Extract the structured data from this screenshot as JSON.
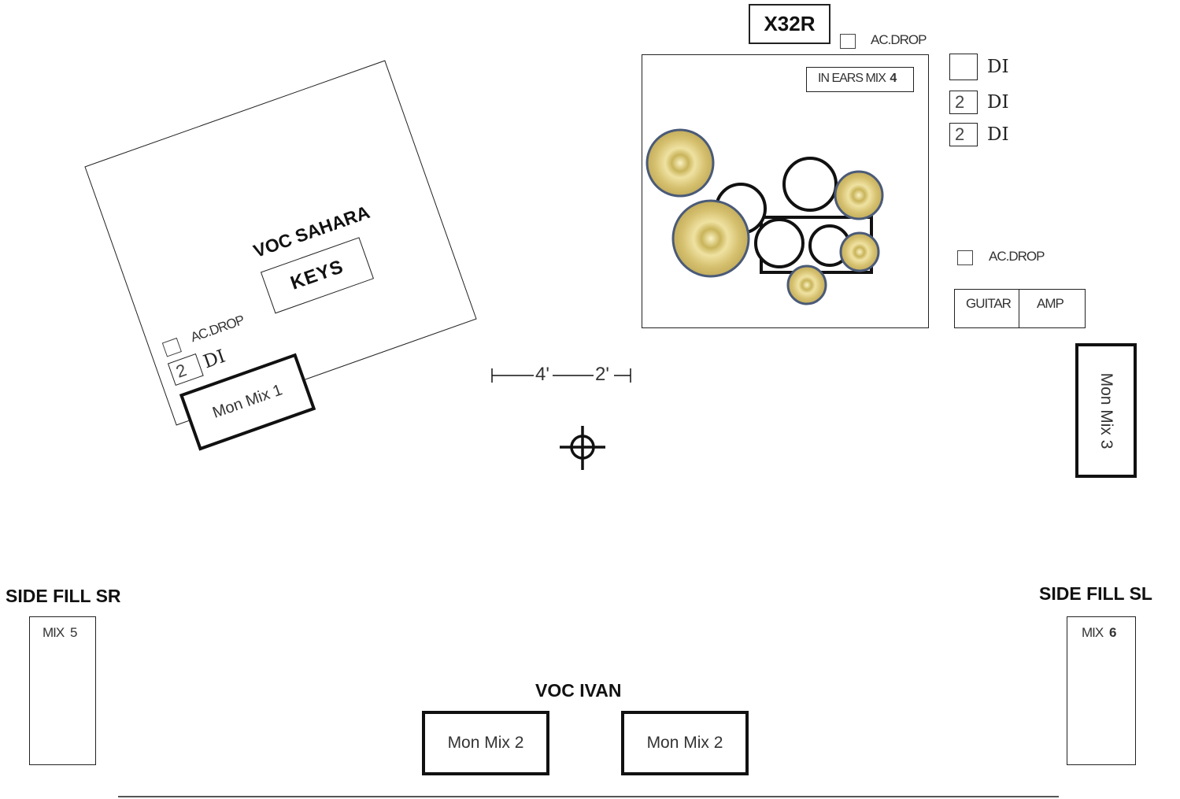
{
  "top": {
    "console_label": "X32R",
    "acdrop_label": "AC.DROP"
  },
  "drum_riser": {
    "inears_label": "IN EARS MIX",
    "inears_num": "4"
  },
  "di_stack": [
    {
      "num": "",
      "label": "DI"
    },
    {
      "num": "2",
      "label": "DI"
    },
    {
      "num": "2",
      "label": "DI"
    }
  ],
  "guitar_area": {
    "acdrop_label": "AC.DROP",
    "guitar_label": "GUITAR",
    "amp_label": "AMP"
  },
  "mon_mix3": {
    "label": "Mon Mix 3"
  },
  "keys_riser": {
    "voc_label": "VOC SAHARA",
    "keys_label": "KEYS",
    "acdrop_label": "AC.DROP",
    "di_num": "2",
    "di_label": "DI",
    "mon_label": "Mon Mix 1"
  },
  "scale": {
    "seg1": "4'",
    "seg2": "2'"
  },
  "side_fill_sr": {
    "title": "SIDE FILL SR",
    "mix_label": "MIX",
    "mix_num": "5"
  },
  "side_fill_sl": {
    "title": "SIDE FILL SL",
    "mix_label": "MIX",
    "mix_num": "6"
  },
  "front": {
    "voc_label": "VOC IVAN",
    "mon_left": "Mon Mix 2",
    "mon_right": "Mon Mix 2"
  },
  "colors": {
    "cymbal_fill": "#d9c66e",
    "cymbal_rim": "#4a5a78",
    "line": "#111111"
  }
}
